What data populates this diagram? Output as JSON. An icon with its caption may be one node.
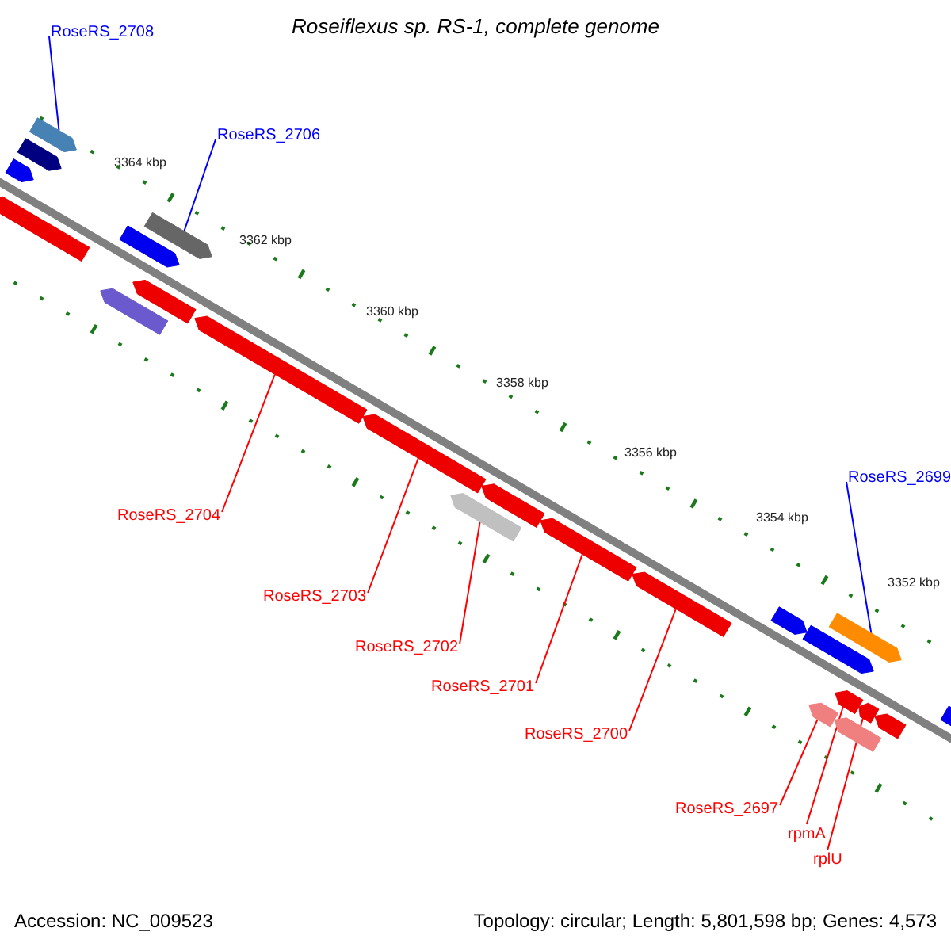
{
  "diagram": {
    "title": "Roseiflexus sp. RS-1, complete genome",
    "nodes": [
      {
        "text": [
          "RoseRS_2708"
        ]
      },
      {
        "text": [
          "RoseRS_2706"
        ]
      },
      {
        "text": [
          "RoseRS_2704"
        ]
      },
      {
        "text": [
          "RoseRS_2703"
        ]
      },
      {
        "text": [
          "RoseRS_2702"
        ]
      },
      {
        "text": [
          "RoseRS_2701"
        ]
      },
      {
        "text": [
          "RoseRS_2700"
        ]
      },
      {
        "text": [
          "RoseRS_2699"
        ]
      },
      {
        "text": [
          "RoseRS_2697"
        ]
      },
      {
        "text": [
          "rpmA"
        ]
      },
      {
        "text": [
          "rplU"
        ]
      },
      {
        "text": [],
        "shape": "bar"
      },
      {
        "text": [],
        "shape": "bar"
      },
      {
        "text": [],
        "shape": "bar"
      },
      {
        "text": [],
        "shape": "bar"
      },
      {
        "text": [],
        "shape": "bar"
      },
      {
        "text": [],
        "shape": "bar"
      },
      {
        "text": [],
        "shape": "bar"
      },
      {
        "text": [],
        "shape": "bar"
      },
      {
        "text": [],
        "shape": "bar"
      },
      {
        "text": [],
        "shape": "bar"
      },
      {
        "text": [],
        "shape": "bar"
      },
      {
        "text": [],
        "shape": "bar"
      },
      {
        "text": [],
        "shape": "bar"
      },
      {
        "text": [],
        "shape": "bar"
      },
      {
        "text": [],
        "shape": "bar"
      },
      {
        "text": [],
        "shape": "bar"
      },
      {
        "text": [],
        "shape": "bar"
      },
      {
        "text": [],
        "shape": "bar"
      },
      {
        "text": [],
        "shape": "bar"
      },
      {
        "text": [],
        "shape": "bar"
      },
      {
        "text": [],
        "shape": "bar"
      },
      {
        "text": [],
        "shape": "bar"
      },
      {
        "text": [],
        "shape": "bar"
      }
    ],
    "edges": [
      {
        "from": 0,
        "to": 13,
        "arrow": "none",
        "color": "#0000ff"
      },
      {
        "from": 1,
        "to": 17,
        "arrow": "none",
        "color": "#0000ff"
      },
      {
        "from": 2,
        "to": 19,
        "arrow": "none"
      },
      {
        "from": 3,
        "to": 20,
        "arrow": "none"
      },
      {
        "from": 4,
        "to": 21,
        "arrow": "none"
      },
      {
        "from": 5,
        "to": 23,
        "arrow": "none"
      },
      {
        "from": 6,
        "to": 24,
        "arrow": "none"
      },
      {
        "from": 7,
        "to": 27,
        "arrow": "none",
        "color": "#0000ff"
      },
      {
        "from": 8,
        "to": 28,
        "arrow": "none"
      },
      {
        "from": 9,
        "to": 29,
        "arrow": "none"
      },
      {
        "from": 10,
        "to": 31,
        "arrow": "none"
      }
    ],
    "labels": [
      "3364 kbp",
      "3362 kbp",
      "3360 kbp",
      "3358 kbp",
      "3356 kbp",
      "3354 kbp",
      "3352 kbp",
      "Accession: NC_009523",
      "Topology: circular; Length: 5,801,598 bp; Genes: 4,573"
    ]
  }
}
